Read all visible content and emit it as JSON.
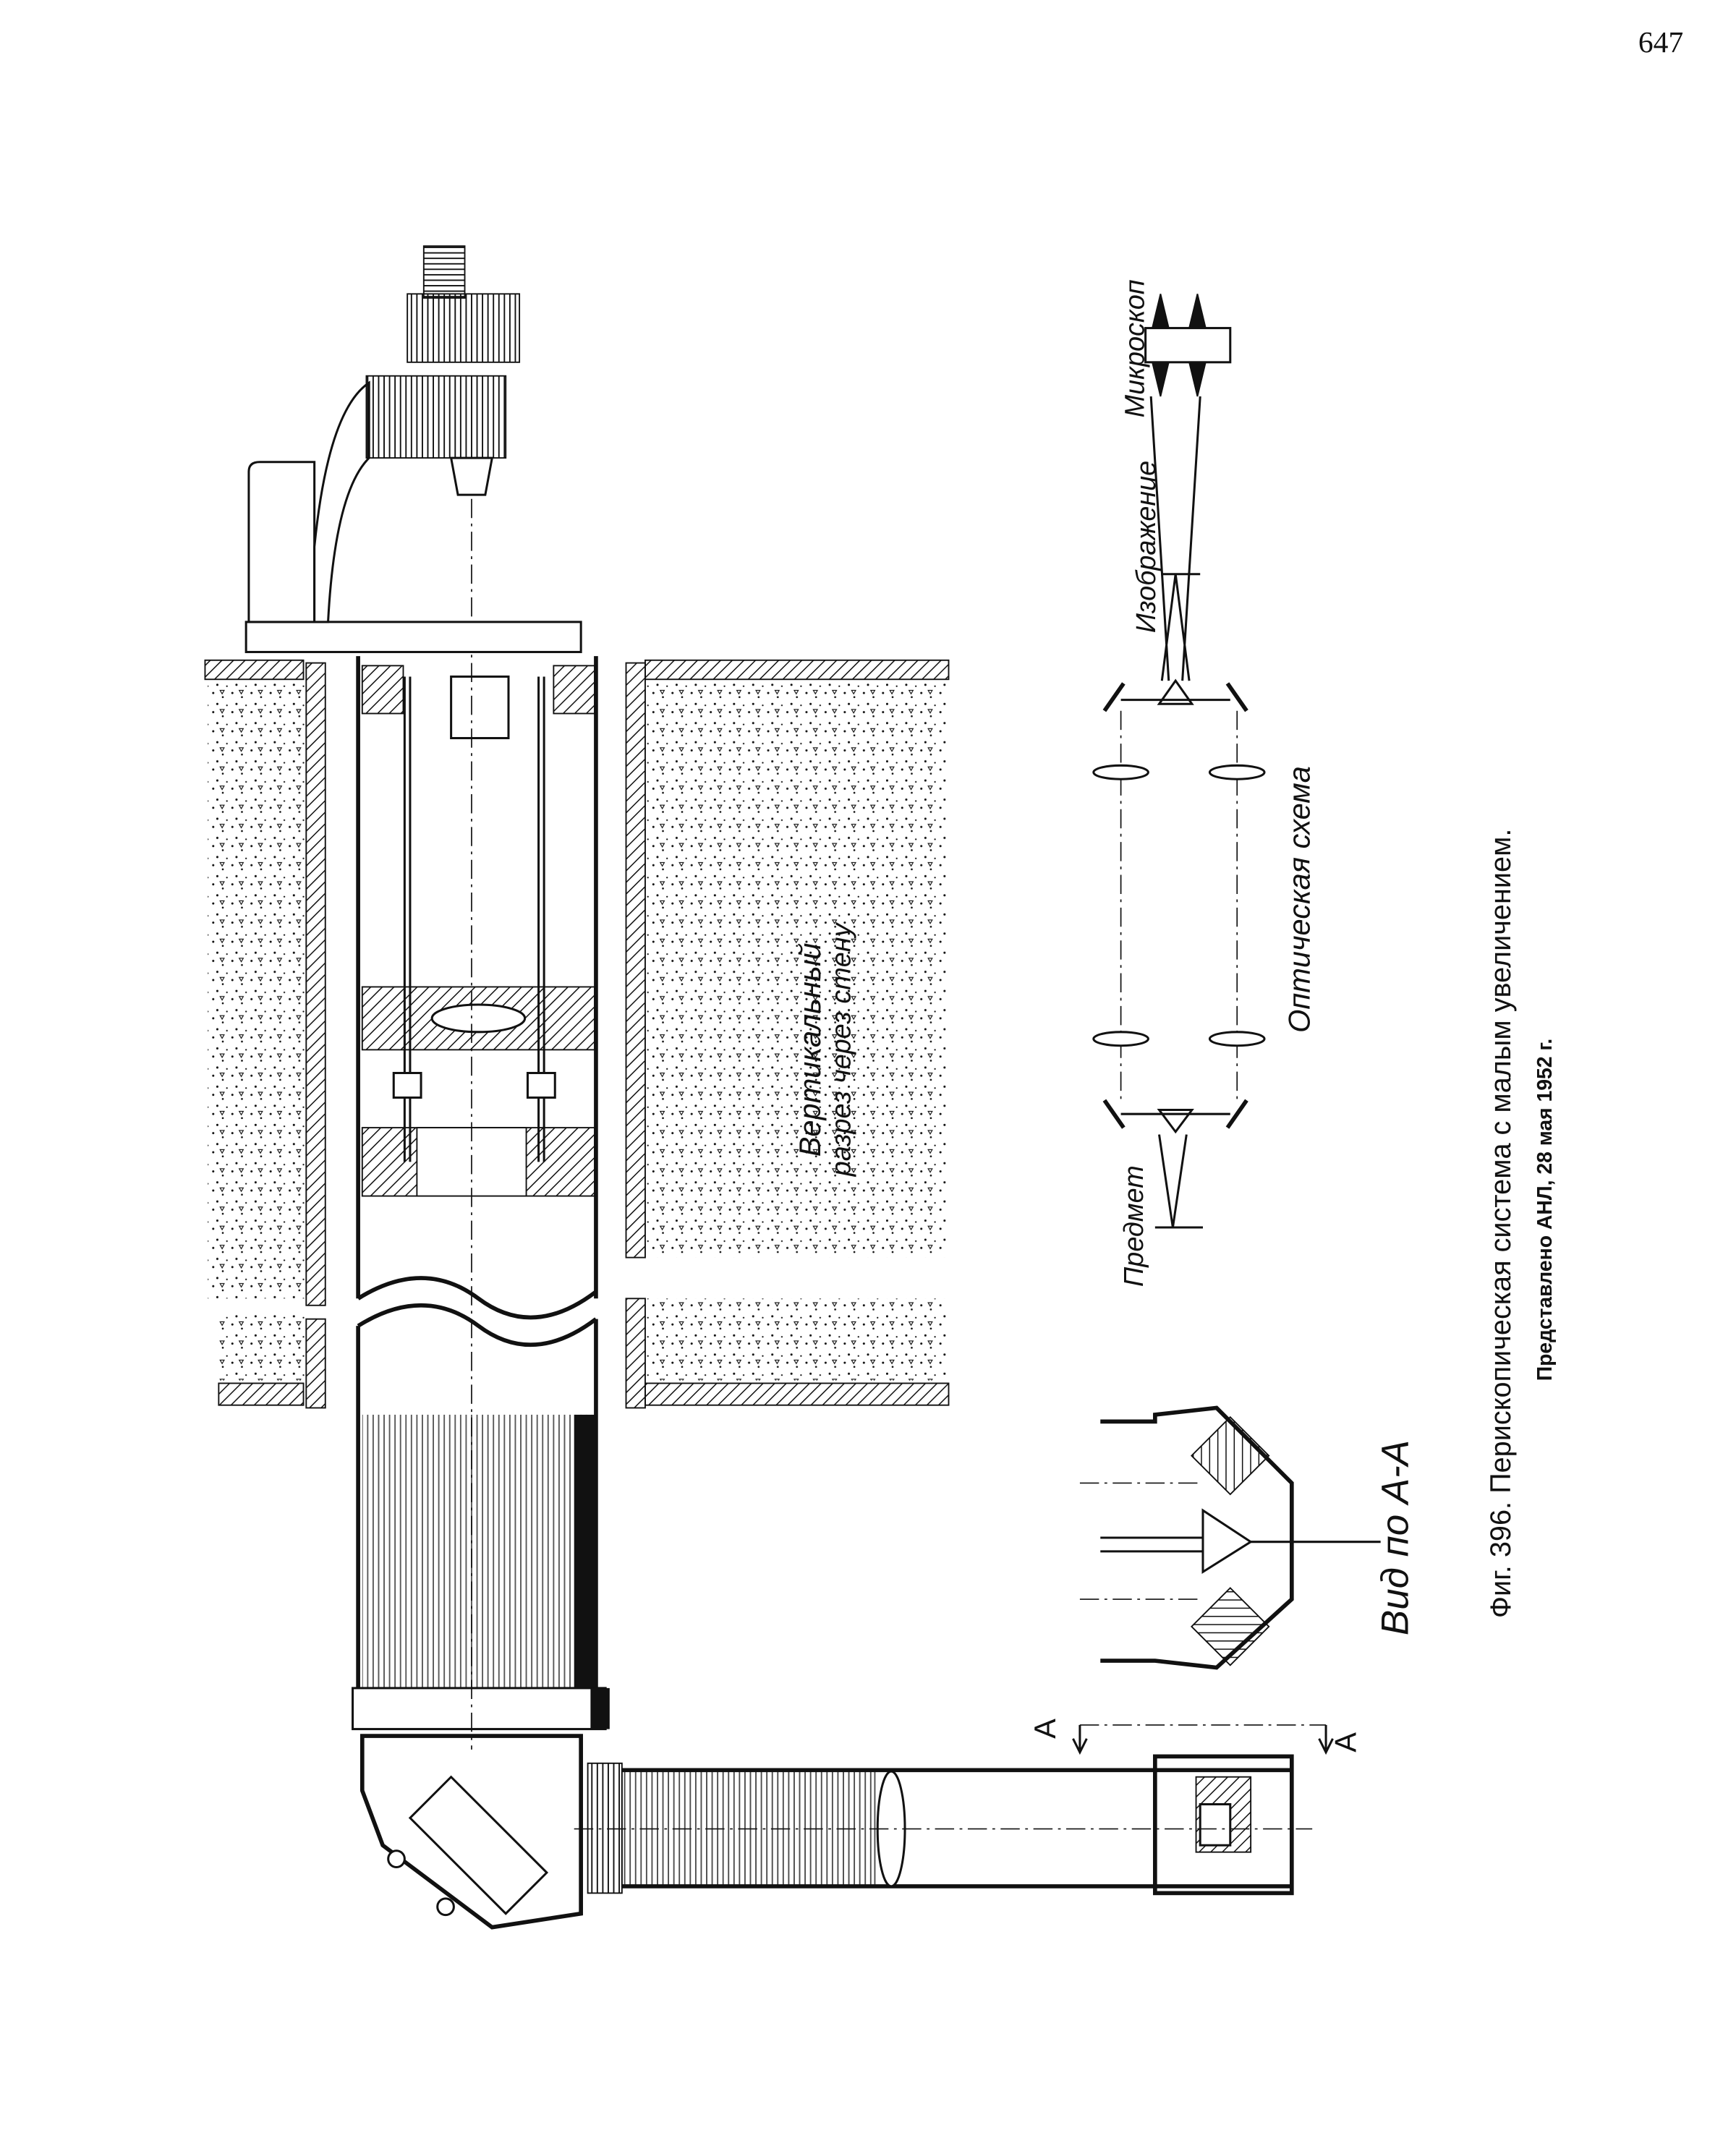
{
  "page_number": "647",
  "figure": {
    "caption": "Фиг. 396. Перископическая система с малым увеличением.",
    "credit": "Представлено АНЛ, 28 мая 1952 г."
  },
  "labels": {
    "wall_section_line1": "Вертикальный",
    "wall_section_line2": "разрез через стену",
    "optical_scheme": "Оптическая схема",
    "object": "Предмет",
    "image": "Изображение",
    "microscope": "Микроскоп",
    "view_aa": "Вид по А-А",
    "section_mark_left": "А",
    "section_mark_right": "А"
  }
}
